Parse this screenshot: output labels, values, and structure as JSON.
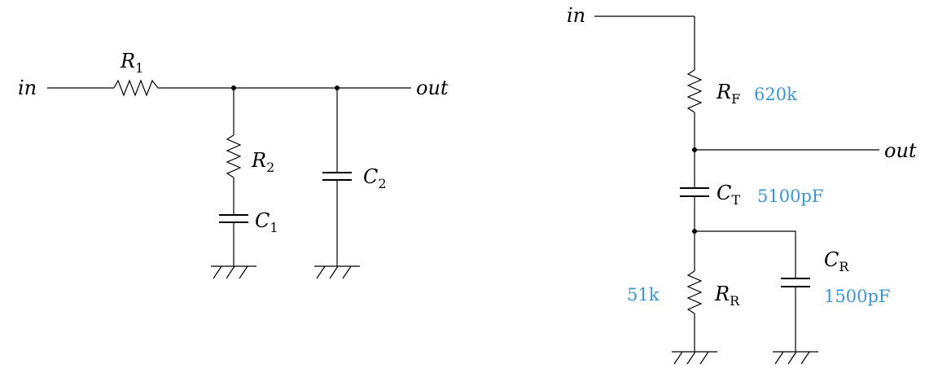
{
  "circuit_a": {
    "in_label": "in",
    "out_label": "out",
    "r1": {
      "letter": "R",
      "sub": "1"
    },
    "r2": {
      "letter": "R",
      "sub": "2"
    },
    "c1": {
      "letter": "C",
      "sub": "1"
    },
    "c2": {
      "letter": "C",
      "sub": "2"
    }
  },
  "circuit_b": {
    "in_label": "in",
    "out_label": "out",
    "rf": {
      "letter": "R",
      "sub": "F",
      "value": "620k"
    },
    "ct": {
      "letter": "C",
      "sub": "T",
      "value": "5100pF"
    },
    "rr": {
      "letter": "R",
      "sub": "R",
      "value": "51k"
    },
    "cr": {
      "letter": "C",
      "sub": "R",
      "value": "1500pF"
    }
  },
  "colors": {
    "wire": "#000000",
    "value_text": "#3a95d6"
  }
}
